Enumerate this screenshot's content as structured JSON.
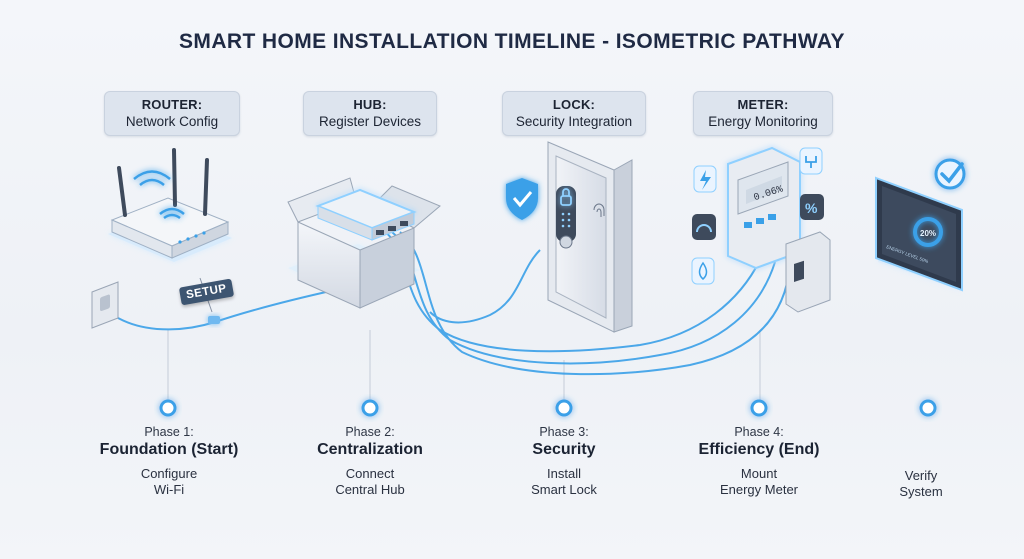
{
  "title": "SMART HOME INSTALLATION TIMELINE - ISOMETRIC PATHWAY",
  "callouts": [
    {
      "head": "ROUTER:",
      "text": "Network Config"
    },
    {
      "head": "HUB:",
      "text": "Register Devices"
    },
    {
      "head": "LOCK:",
      "text": "Security Integration"
    },
    {
      "head": "METER:",
      "text": "Energy Monitoring"
    }
  ],
  "setup_tag": "SETUP",
  "meter_display": "0.06%",
  "tablet_display": "20%",
  "tablet_caption": "ENERGY LEVEL 50%",
  "phases": [
    {
      "number": "Phase 1:",
      "title": "Foundation (Start)",
      "desc1": "Configure",
      "desc2": "Wi-Fi"
    },
    {
      "number": "Phase 2:",
      "title": "Centralization",
      "desc1": "Connect",
      "desc2": "Central Hub"
    },
    {
      "number": "Phase 3:",
      "title": "Security",
      "desc1": "Install",
      "desc2": "Smart Lock"
    },
    {
      "number": "Phase 4:",
      "title": "Efficiency (End)",
      "desc1": "Mount",
      "desc2": "Energy Meter"
    },
    {
      "number": "",
      "title": "",
      "desc1": "Verify",
      "desc2": "System"
    }
  ],
  "colors": {
    "accent": "#3aa0e8",
    "glow": "#8fd0ff",
    "timeline": "#4aa6ec",
    "dark": "#3d5571"
  }
}
